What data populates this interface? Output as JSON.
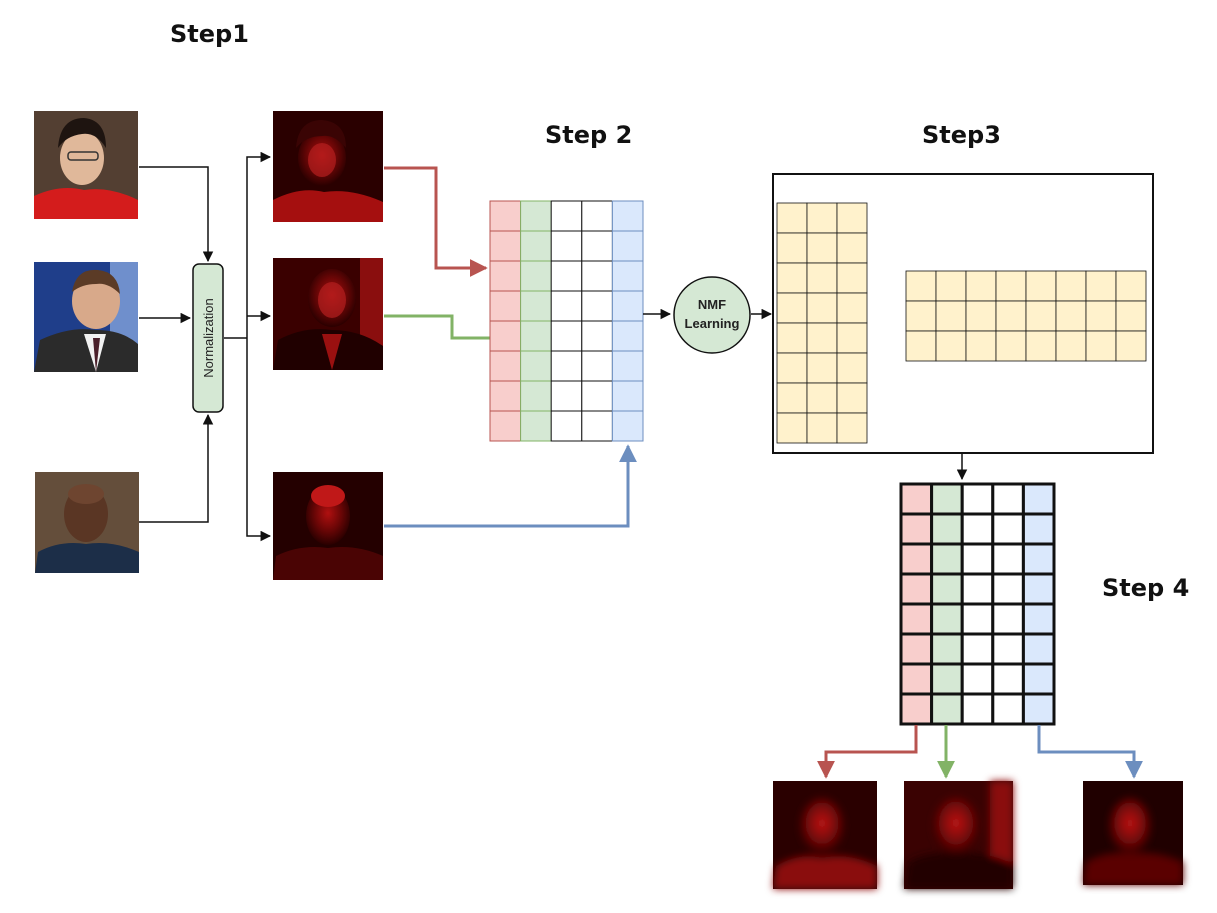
{
  "steps": {
    "step1": "Step1",
    "step2": "Step 2",
    "step3": "Step3",
    "step4": "Step 4"
  },
  "normalization_label": "Normalization",
  "nmf_label_line1": "NMF",
  "nmf_label_line2": "Learning",
  "colors": {
    "red_path": "#b85450",
    "green_path": "#82b366",
    "blue_path": "#6c8ebf",
    "red_fill": "#f8cecc",
    "green_fill": "#d5e8d4",
    "blue_fill": "#dae8fc",
    "factor_fill": "#fff2cc",
    "norm_fill": "#d5e8d4"
  },
  "input_photos": [
    "woman-photo",
    "man-photo",
    "athlete-photo"
  ],
  "normalized_photos": [
    "woman-red-photo",
    "man-red-photo",
    "athlete-red-photo"
  ],
  "reconstructed_photos": [
    "woman-reconstructed-photo",
    "man-reconstructed-photo",
    "athlete-reconstructed-photo"
  ]
}
